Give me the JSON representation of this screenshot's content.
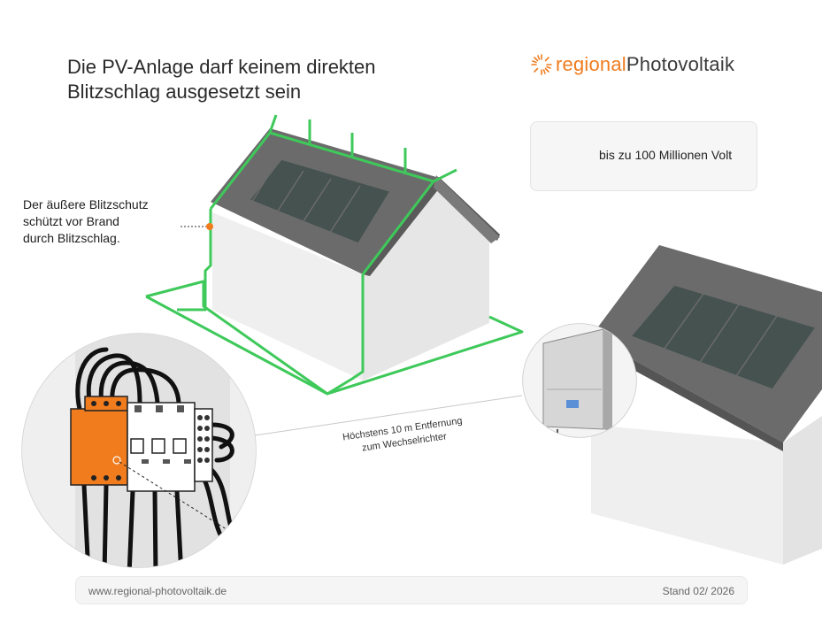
{
  "header": {
    "title_line1": "Die PV-Anlage darf keinem direkten",
    "title_line2": "Blitzschlag ausgesetzt sein"
  },
  "logo": {
    "part1": "regional",
    "part2": "Photovoltaik",
    "icon": "sun-icon"
  },
  "info_box": {
    "text": "bis zu 100 Millionen Volt",
    "icon": "lightning-bolt-icon"
  },
  "annotation": {
    "line1": "Der äußere Blitzschutz",
    "line2": "schützt vor Brand",
    "line3": "durch Blitzschlag."
  },
  "distance_label": {
    "line1": "Höchstens 10 m Entfernung",
    "line2": "zum Wechselrichter"
  },
  "footer": {
    "url": "www.regional-photovoltaik.de",
    "date": "Stand 02/ 2026"
  },
  "colors": {
    "accent_orange": "#f07c1e",
    "conductor_green": "#3ec95a",
    "roof": "#6b6b6b",
    "panel": "#45524f",
    "wall": "#efefef",
    "bolt": "#f5c518"
  }
}
